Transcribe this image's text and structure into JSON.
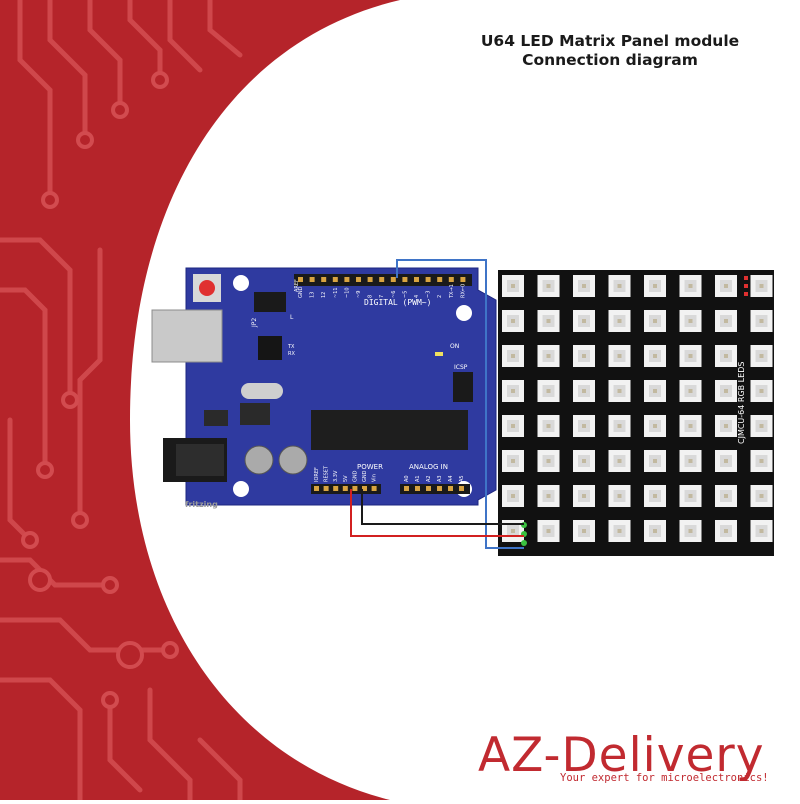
{
  "title": {
    "line1": "U64 LED Matrix Panel module",
    "line2": "Connection diagram"
  },
  "brand": {
    "logo_text": "AZ-Delivery",
    "tagline": "Your expert for microelectronics!",
    "color": "#c12a30"
  },
  "arduino": {
    "header_digital": "DIGITAL (PWM~)",
    "power_label": "POWER",
    "analog_label": "ANALOG IN",
    "on_label": "ON",
    "icsp_label": "ICSP",
    "jp2_label": "JP2",
    "aref_label": "AREF",
    "tx_label": "TX",
    "rx_label": "RX",
    "l_label": "L",
    "top_pins": [
      "GND",
      "13",
      "12",
      "~11",
      "~10",
      "~9",
      "8",
      "7",
      "~6",
      "~5",
      "4",
      "~3",
      "2",
      "TX→1",
      "RX←0"
    ],
    "power_pins": [
      "IOREF",
      "RESET",
      "3.3V",
      "5V",
      "GND",
      "GND",
      "Vin"
    ],
    "analog_pins": [
      "A0",
      "A1",
      "A2",
      "A3",
      "A4",
      "A5"
    ],
    "board_color": "#2f3aa0",
    "fritzing_label": "fritzing"
  },
  "matrix": {
    "label": "CJMCU-64 RGB LEDS",
    "rows": 8,
    "cols": 8
  },
  "colors": {
    "background_red": "#b5242a",
    "wire_red": "#d22020",
    "wire_black": "#1a1a1a",
    "wire_blue": "#3f74c7"
  }
}
